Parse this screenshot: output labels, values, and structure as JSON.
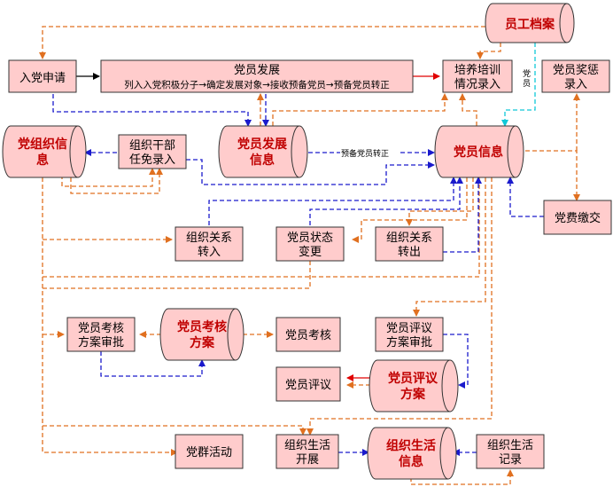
{
  "nodes": {
    "yuangong_dangan": {
      "label": "员工档案"
    },
    "rudang_shenqing": {
      "label": "入党申请"
    },
    "dangyuan_fazhan": {
      "label": "党员发展",
      "sub": "列入入党积极分子→确定发展对象→接收预备党员→预备党员转正"
    },
    "peiyang_peixun": {
      "label1": "培养培训",
      "label2": "情况录入"
    },
    "jiangcheng": {
      "label1": "党员奖惩",
      "label2": "录入"
    },
    "dangzuzhi_xinxi": {
      "label1": "党组织信",
      "label2": "息"
    },
    "ganbu_renmian": {
      "label1": "组织干部",
      "label2": "任免录入"
    },
    "fazhan_xinxi": {
      "label1": "党员发展",
      "label2": "信息"
    },
    "dangyuan_xinxi": {
      "label": "党员信息"
    },
    "dangfei": {
      "label": "党费缴交"
    },
    "guanxi_zhuanru": {
      "label1": "组织关系",
      "label2": "转入"
    },
    "zhuangtai_biangeng": {
      "label1": "党员状态",
      "label2": "变更"
    },
    "guanxi_zhuanchu": {
      "label1": "组织关系",
      "label2": "转出"
    },
    "kaohe_shenpi": {
      "label1": "党员考核",
      "label2": "方案审批"
    },
    "kaohe_fangan": {
      "label1": "党员考核",
      "label2": "方案"
    },
    "dangyuan_kaohe": {
      "label": "党员考核"
    },
    "pingyi_shenpi": {
      "label1": "党员评议",
      "label2": "方案审批"
    },
    "dangyuan_pingyi": {
      "label": "党员评议"
    },
    "pingyi_fangan": {
      "label1": "党员评议",
      "label2": "方案"
    },
    "dangqun": {
      "label": "党群活动"
    },
    "shenghuo_kaizhan": {
      "label1": "组织生活",
      "label2": "开展"
    },
    "shenghuo_xinxi": {
      "label1": "组织生活",
      "label2": "信息"
    },
    "shenghuo_jilu": {
      "label1": "组织生活",
      "label2": "记录"
    }
  },
  "edge_labels": {
    "yubei_zhuanzheng": "预备党员转正",
    "dangyuan": "党员"
  },
  "colors": {
    "box_fill": "#ffcccc",
    "box_stroke": "#333333",
    "orange": "#e07020",
    "blue": "#1a1acc",
    "red": "#e00000",
    "cyan": "#10c8d8",
    "db_text": "#c00000"
  }
}
